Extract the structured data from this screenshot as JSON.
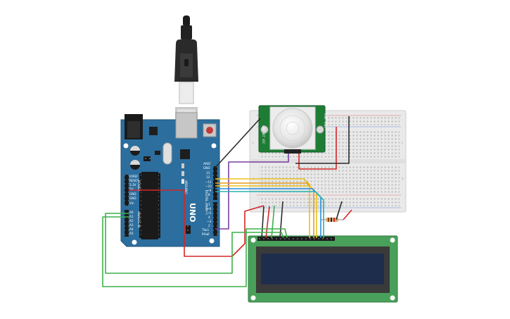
{
  "arduino": {
    "brand": "UNO",
    "maker": "ARDUINO",
    "digital_label": "DIGITAL (PWM~)",
    "analog_label": "ANALOG IN",
    "power_label": "POWER",
    "header_top": [
      "AREF",
      "GND",
      "13",
      "12",
      "~11",
      "~10",
      "~9",
      "8"
    ],
    "header_bottom": [
      "7",
      "~6",
      "~5",
      "4",
      "~3",
      "2",
      "TX▸1",
      "RX◂0"
    ],
    "power_pins": [
      "IOREF",
      "RESET",
      "3.3V",
      "5V",
      "GND",
      "GND",
      "Vin"
    ],
    "analog_pins": [
      "A0",
      "A1",
      "A2",
      "A3",
      "A4",
      "A5"
    ]
  },
  "pir": {
    "left_label": "GND OUT VCC",
    "right_label": "TIME SENS"
  },
  "colors": {
    "board": "#2c6e9e",
    "lcd_pcb": "#49a05a",
    "pir_pcb": "#1e7d35",
    "wire_red": "#d42626",
    "wire_black": "#2b2b2b",
    "wire_purple": "#7a3e9e",
    "wire_yellow": "#e8c21a",
    "wire_orange": "#e89a1a",
    "wire_blue": "#2a8fd8",
    "wire_green": "#3cb04a",
    "wire_teal": "#2ab0b0"
  },
  "icons": [
    "usb-cable-icon",
    "reset-button-icon",
    "pir-lens-icon",
    "resistor-icon"
  ]
}
